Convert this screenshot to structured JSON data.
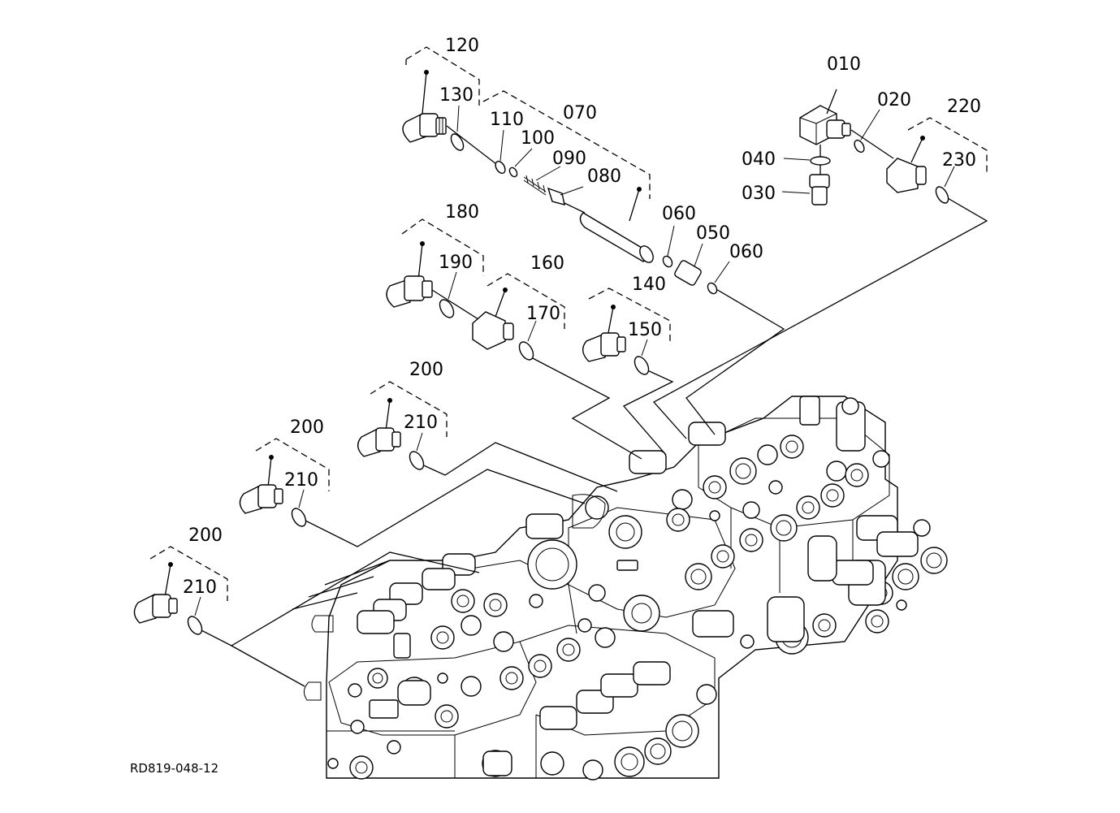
{
  "labels": {
    "p010": "010",
    "p020": "020",
    "p030": "030",
    "p040": "040",
    "p050": "050",
    "p060a": "060",
    "p060b": "060",
    "p070": "070",
    "p080": "080",
    "p090": "090",
    "p100": "100",
    "p110": "110",
    "p120": "120",
    "p130": "130",
    "p140": "140",
    "p150": "150",
    "p160": "160",
    "p170": "170",
    "p180": "180",
    "p190": "190",
    "p200a": "200",
    "p200b": "200",
    "p200c": "200",
    "p210a": "210",
    "p210b": "210",
    "p210c": "210",
    "p220": "220",
    "p230": "230"
  },
  "drawing_code": "RD819-048-12"
}
